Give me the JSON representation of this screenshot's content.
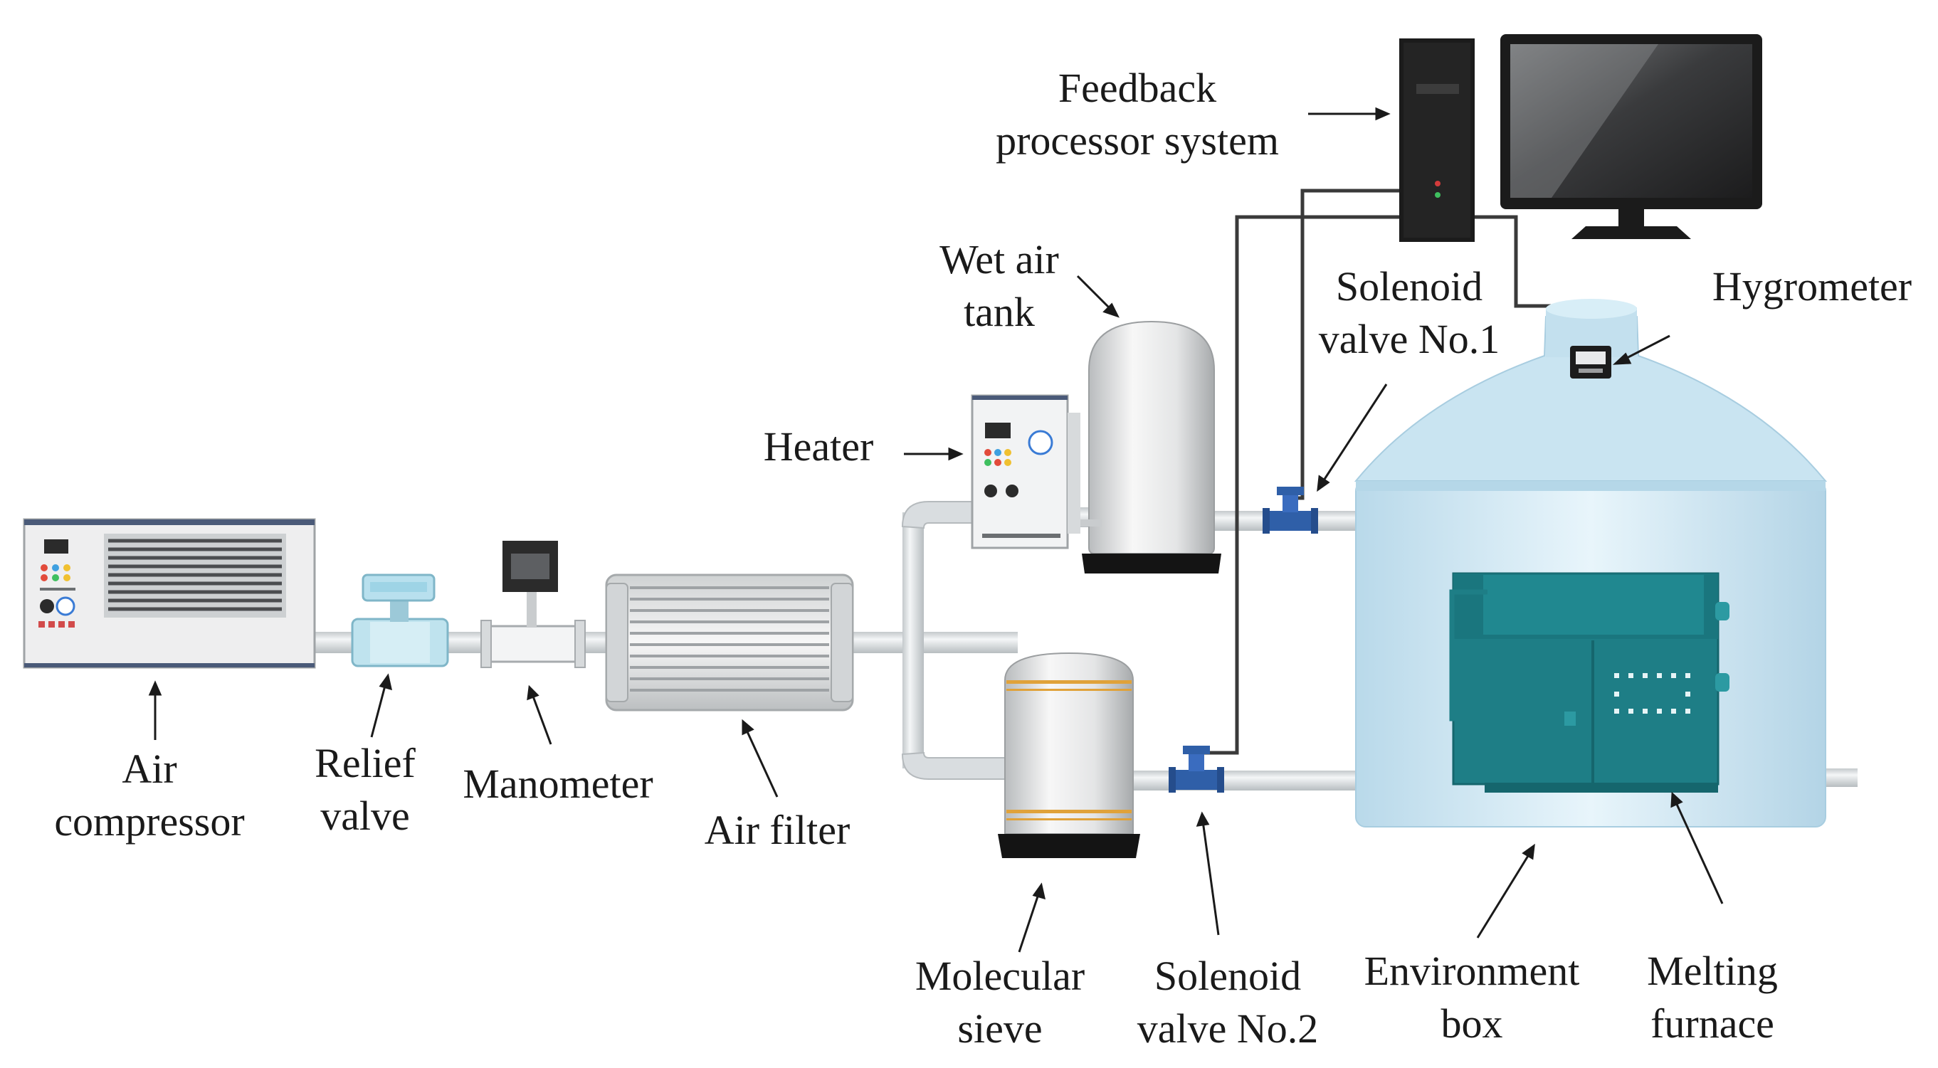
{
  "labels": {
    "feedback": [
      "Feedback",
      "processor system"
    ],
    "wet_air_tank": [
      "Wet air",
      "tank"
    ],
    "solenoid_1": [
      "Solenoid",
      "valve No.1"
    ],
    "hygrometer": [
      "Hygrometer"
    ],
    "heater": [
      "Heater"
    ],
    "air_compressor": [
      "Air",
      "compressor"
    ],
    "relief_valve": [
      "Relief",
      "valve"
    ],
    "manometer": [
      "Manometer"
    ],
    "air_filter": [
      "Air filter"
    ],
    "molecular_sieve": [
      "Molecular",
      "sieve"
    ],
    "solenoid_2": [
      "Solenoid",
      "valve No.2"
    ],
    "environment_box": [
      "Environment",
      "box"
    ],
    "melting_furnace": [
      "Melting",
      "furnace"
    ]
  },
  "colors": {
    "pipe": "#d6dadc",
    "valve": "#2f5fa8",
    "furnace": "#1f7f86",
    "environment_box": "#cfe6f2",
    "computer": "#1b1b1b",
    "tank": "#e8e8e8",
    "stripe": "#e0a23a"
  },
  "icons": [
    "computer-tower-icon",
    "monitor-icon",
    "air-compressor-icon",
    "relief-valve-icon",
    "manometer-icon",
    "air-filter-icon",
    "heater-icon",
    "wet-air-tank-icon",
    "molecular-sieve-icon",
    "solenoid-valve-icon",
    "hygrometer-icon",
    "environment-box-icon",
    "melting-furnace-icon"
  ]
}
